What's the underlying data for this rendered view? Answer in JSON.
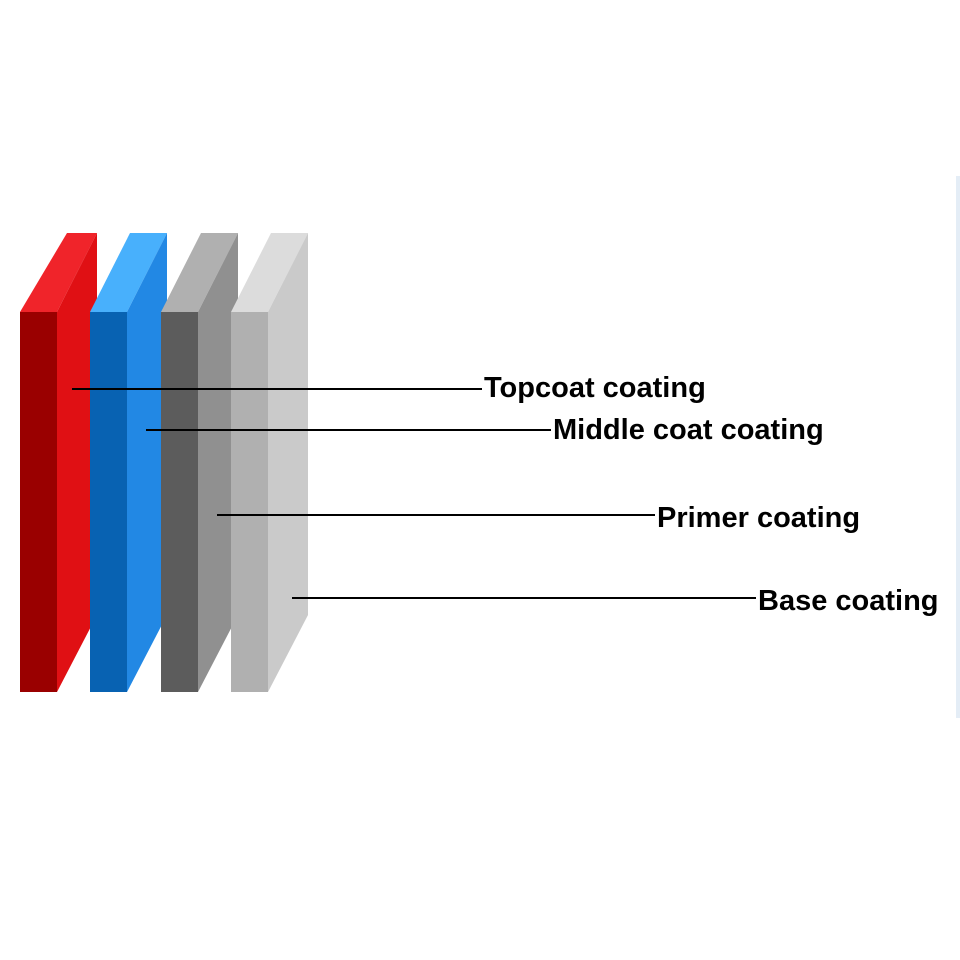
{
  "layers": [
    {
      "id": "topcoat",
      "label": "Topcoat coating",
      "colors": {
        "top": "#f0242a",
        "front": "#9a0000",
        "side": "#e01014"
      }
    },
    {
      "id": "middle",
      "label": "Middle coat coating",
      "colors": {
        "top": "#48b0fc",
        "front": "#0862b2",
        "side": "#2288e4"
      }
    },
    {
      "id": "primer",
      "label": "Primer coating",
      "colors": {
        "top": "#b0b0b0",
        "front": "#5c5c5c",
        "side": "#909090"
      }
    },
    {
      "id": "base",
      "label": "Base coating",
      "colors": {
        "top": "#dcdcdc",
        "front": "#b0b0b0",
        "side": "#cacaca"
      }
    }
  ],
  "leader_color": "#000000"
}
